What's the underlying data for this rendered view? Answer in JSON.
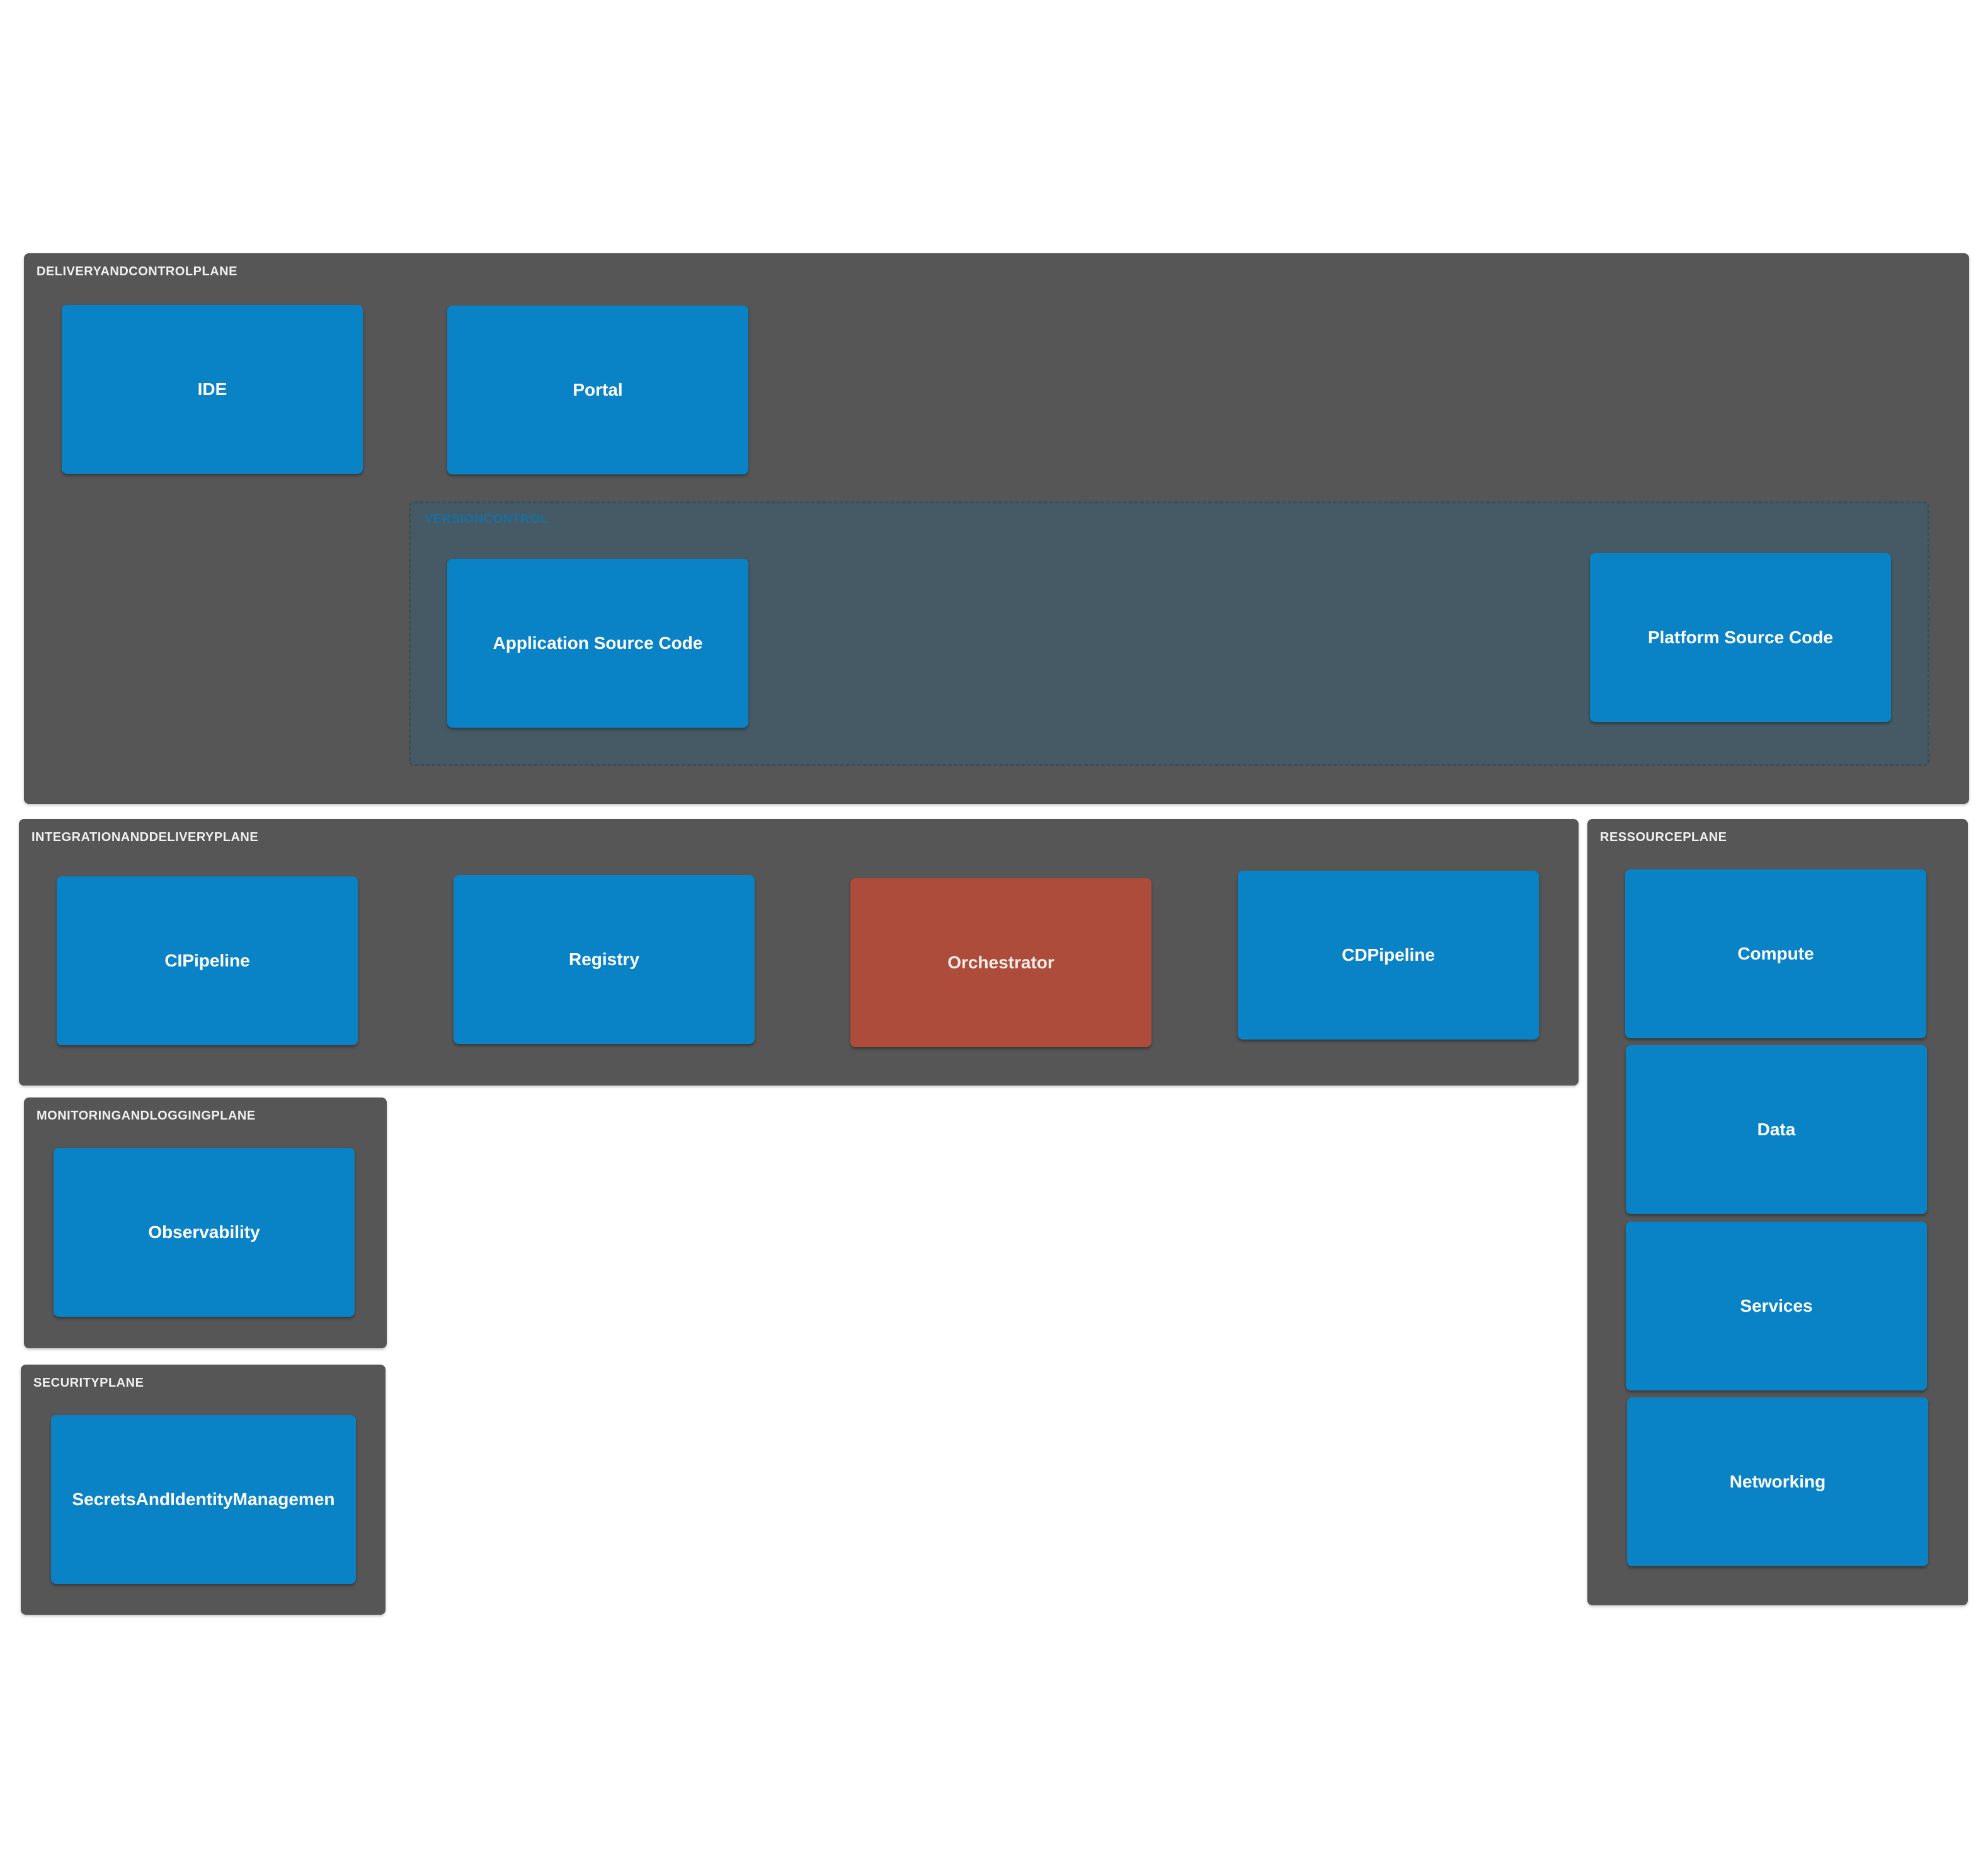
{
  "planes": {
    "delivery": "DELIVERYANDCONTROLPLANE",
    "integration": "INTEGRATIONANDDELIVERYPLANE",
    "resource": "RESSOURCEPLANE",
    "monitoring": "MONITORINGANDLOGGINGPLANE",
    "security": "SECURITYPLANE"
  },
  "groups": {
    "version_control": "VERSIONCONTROL"
  },
  "nodes": {
    "ide": "IDE",
    "portal": "Portal",
    "app_source": "Application Source Code",
    "platform_source": "Platform Source Code",
    "ci_pipeline": "CIPipeline",
    "registry": "Registry",
    "orchestrator": "Orchestrator",
    "cd_pipeline": "CDPipeline",
    "compute": "Compute",
    "data": "Data",
    "services": "Services",
    "networking": "Networking",
    "observability": "Observability",
    "secrets": "SecretsAndIdentityManagemen"
  },
  "colors": {
    "plane_bg": "#565656",
    "group_bg": "#455a65",
    "node_blue": "#0a82c6",
    "node_orchestrator": "#ad4c3b",
    "background": "#ffffff"
  }
}
